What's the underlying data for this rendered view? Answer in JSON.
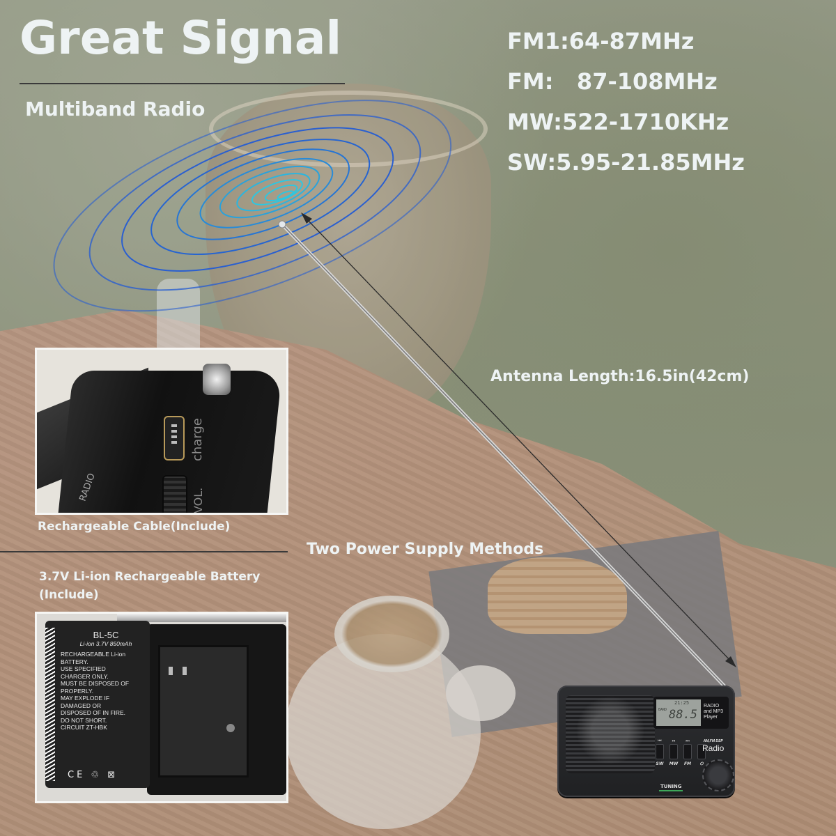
{
  "headline": {
    "title": "Great Signal",
    "subtitle": "Multiband Radio"
  },
  "bands": [
    {
      "label": "FM1:64-87MHz"
    },
    {
      "label": "FM:   87-108MHz"
    },
    {
      "label": "MW:522-1710KHz"
    },
    {
      "label": "SW:5.95-21.85MHz"
    }
  ],
  "antenna": {
    "label": "Antenna Length:16.5in(42cm)"
  },
  "power": {
    "heading": "Two Power Supply Methods",
    "cable_caption": "Rechargeable Cable(Include)",
    "battery_caption_line1": "3.7V Li-ion Rechargeable Battery",
    "battery_caption_line2": "(Include)"
  },
  "cable_photo": {
    "port_label": "charge",
    "vol_label": "VOL.",
    "front_label": "RADIO"
  },
  "battery_photo": {
    "model": "BL-5C",
    "spec": "Li-ion 3.7V 850mAh",
    "warnings": [
      "RECHARGEABLE Li-ion",
      "BATTERY.",
      "USE SPECIFIED",
      "CHARGER ONLY.",
      "MUST BE DISPOSED OF",
      "PROPERLY.",
      "MAY EXPLODE IF",
      "DAMAGED OR",
      "DISPOSED OF IN FIRE.",
      "DO NOT SHORT.",
      "CIRCUIT ZT-HBK"
    ],
    "marks": "CE ♲ ⊠"
  },
  "radio": {
    "display_clock": "21:25",
    "display_band": "BAND",
    "display_freq": "88.5",
    "lcd_label_line1": "RADIO",
    "lcd_label_line2": "and MP3",
    "lcd_label_line3": "Player",
    "buttons": [
      {
        "glyph": "⏮",
        "label": "SW"
      },
      {
        "glyph": "⏯",
        "label": "MW"
      },
      {
        "glyph": "⏭",
        "label": "FM"
      },
      {
        "glyph": "",
        "label": "⏻"
      }
    ],
    "brand_small": "AM,FM DSP",
    "brand_big": "Radio",
    "tuning_label": "TUNING"
  },
  "colors": {
    "text": "#eef3f4",
    "wave_outer": "#2a5fd0",
    "wave_inner": "#2ec6e0",
    "rule": "#3a3a3a"
  }
}
